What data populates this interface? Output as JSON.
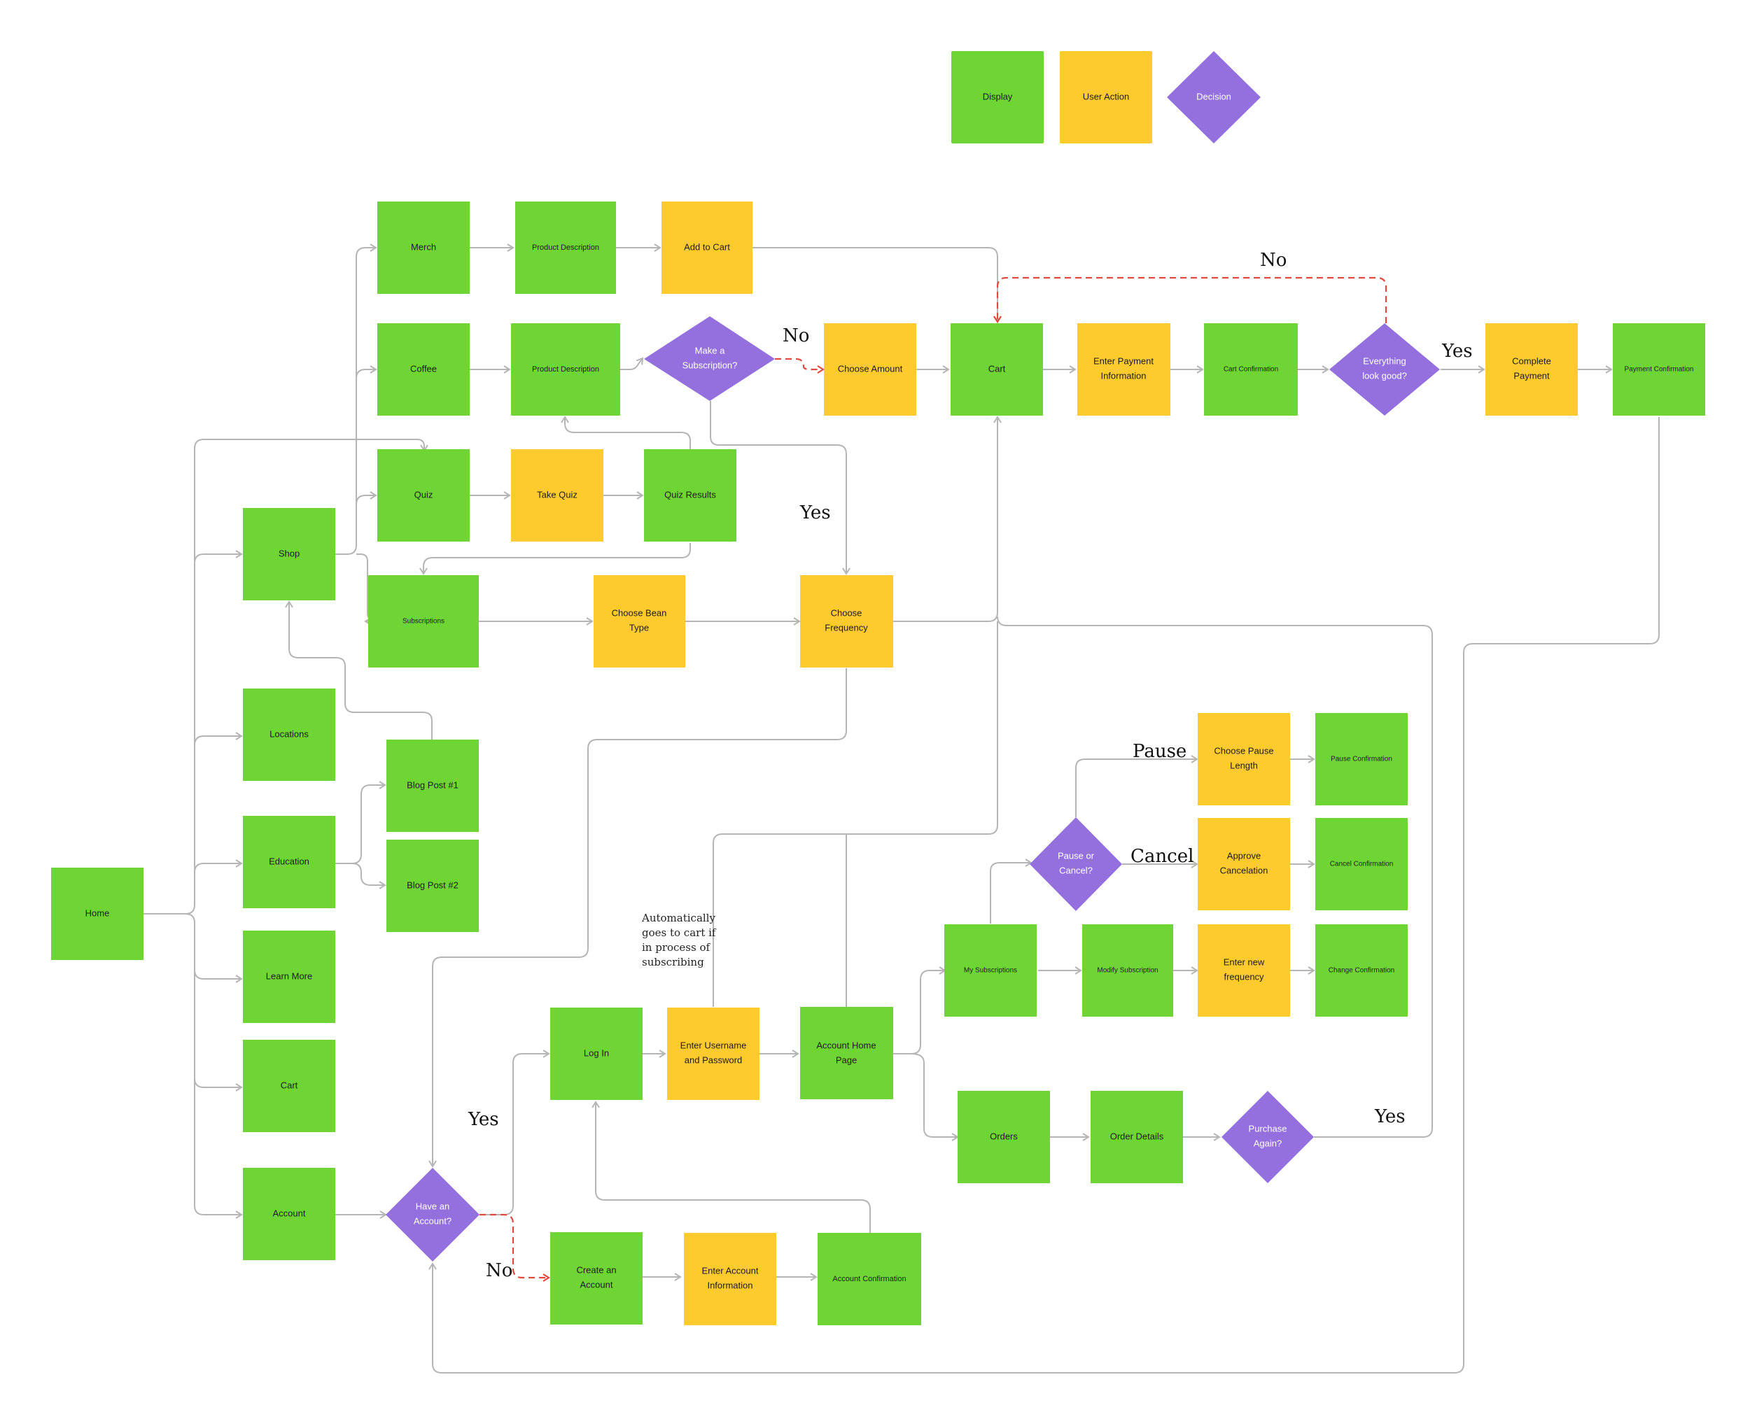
{
  "colors": {
    "display": "#6ed534",
    "user_action": "#fecb2f",
    "decision": "#9470de",
    "connector": "#b5b5b5",
    "no_path": "#e2483d"
  },
  "legend": {
    "display": "Display",
    "user_action": "User Action",
    "decision": "Decision"
  },
  "nodes": {
    "home": "Home",
    "shop": "Shop",
    "locations": "Locations",
    "education": "Education",
    "learn_more": "Learn More",
    "cart_nav": "Cart",
    "account": "Account",
    "merch": "Merch",
    "coffee": "Coffee",
    "quiz": "Quiz",
    "subscriptions": "Subscriptions",
    "product_desc_merch": "Product Description",
    "product_desc_coffee": "Product Description",
    "take_quiz": "Take Quiz",
    "quiz_results": "Quiz Results",
    "add_to_cart": "Add to Cart",
    "make_subscription": [
      "Make a",
      "Subscription?"
    ],
    "choose_amount": "Choose Amount",
    "cart": "Cart",
    "enter_payment": [
      "Enter Payment",
      "Information"
    ],
    "cart_confirmation": "Cart Confirmation",
    "everything_good": [
      "Everything",
      "look good?"
    ],
    "complete_payment": [
      "Complete",
      "Payment"
    ],
    "payment_confirmation": "Payment Confirmation",
    "choose_bean": [
      "Choose Bean",
      "Type"
    ],
    "choose_frequency": [
      "Choose",
      "Frequency"
    ],
    "blog1": "Blog Post #1",
    "blog2": "Blog Post #2",
    "have_account": [
      "Have an",
      "Account?"
    ],
    "log_in": "Log In",
    "enter_username": [
      "Enter Username",
      "and Password"
    ],
    "account_home": [
      "Account Home",
      "Page"
    ],
    "create_account": [
      "Create an",
      "Account"
    ],
    "enter_account_info": [
      "Enter Account",
      "Information"
    ],
    "account_confirmation": "Account Confirmation",
    "my_subscriptions": "My Subscriptions",
    "pause_or_cancel": [
      "Pause or",
      "Cancel?"
    ],
    "choose_pause": [
      "Choose Pause",
      "Length"
    ],
    "pause_confirmation": "Pause Confirmation",
    "approve_cancel": [
      "Approve",
      "Cancelation"
    ],
    "cancel_confirmation": "Cancel Confirmation",
    "modify_subscription": "Modify Subscription",
    "enter_new_frequency": [
      "Enter new",
      "frequency"
    ],
    "change_confirmation": "Change Confirmation",
    "orders": "Orders",
    "order_details": "Order Details",
    "purchase_again": [
      "Purchase",
      "Again?"
    ]
  },
  "edge_labels": {
    "no_subscription": "No",
    "yes_subscription": "Yes",
    "no_review": "No",
    "yes_review": "Yes",
    "pause": "Pause",
    "cancel": "Cancel",
    "yes_account": "Yes",
    "no_account": "No",
    "yes_purchase": "Yes"
  },
  "note": [
    "Automatically",
    "goes to cart if",
    "in process of",
    "subscribing"
  ]
}
